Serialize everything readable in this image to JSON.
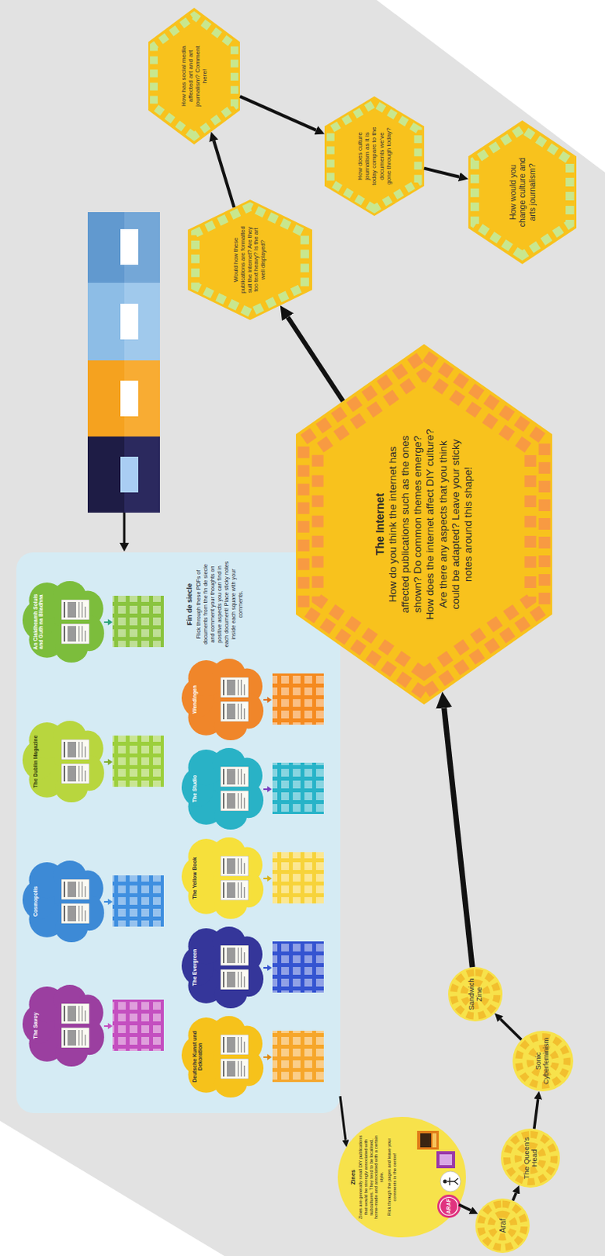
{
  "diagram": {
    "nodes": [
      {
        "text": [
          "Fin de siecle",
          "Flick through these PDFs of documents from the fin de siecle and comment your thoughts on positive aspects you can find in each document! Place sticky notes inside each square with your comments."
        ]
      },
      {
        "text": [
          "The Savoy"
        ],
        "in": 0
      },
      {
        "text": [
          "Cosmopolis"
        ],
        "in": 0
      },
      {
        "text": [
          "The Dublin Magazine"
        ],
        "in": 0
      },
      {
        "text": [
          "An Claidheamh Soluis and Guth na Bliadhna"
        ],
        "in": 0
      },
      {
        "text": [
          "Deutsche Kunst und Dekoration"
        ],
        "in": 0
      },
      {
        "text": [
          "The Evergreen"
        ],
        "in": 0
      },
      {
        "text": [
          "The Yellow Book"
        ],
        "in": 0
      },
      {
        "text": [
          "The Studio"
        ],
        "in": 0
      },
      {
        "text": [
          "Wendingen"
        ],
        "in": 0
      },
      {
        "text": [
          "Zines",
          "Zines are generally small DIY publications that would be strongly associated with subcultures. They tend to be localised, home-made and associated with a certain style.",
          "Flick through the pages and leave your comments in the centre!"
        ]
      },
      {
        "text": [
          "Araf"
        ]
      },
      {
        "text": [
          "The Queen's Head"
        ]
      },
      {
        "text": [
          "Sonic Cyberfeminism"
        ]
      },
      {
        "text": [
          "Sandwich Zine"
        ]
      },
      {
        "text": [
          "The Internet",
          "How do you think the internet has affected publications such as the ones shown? Do common themes emerge? How does the internet affect DIY culture? Are there any aspects that you think could be adapted? Leave your sticky notes around this shape!"
        ]
      },
      {
        "text": [
          "Would how these publications are formatted suit the internet? Are they too text heavy? Is the art well displayed?"
        ]
      },
      {
        "text": [
          "How has social media affected art and art journalism? Comment here!"
        ]
      },
      {
        "text": [
          "How does culture journalism as it is today compare to the documents we've gone through today?"
        ]
      },
      {
        "text": [
          "How would you change culture and arts journalism?"
        ]
      }
    ],
    "edges": [
      {
        "from": 0,
        "to": 10,
        "arrow": "to"
      },
      {
        "from": 10,
        "to": 11,
        "arrow": "to"
      },
      {
        "from": 11,
        "to": 12,
        "arrow": "to"
      },
      {
        "from": 12,
        "to": 13,
        "arrow": "to"
      },
      {
        "from": 13,
        "to": 14,
        "arrow": "to"
      },
      {
        "from": 14,
        "to": 15,
        "arrow": "to"
      },
      {
        "from": 15,
        "to": 16,
        "arrow": "to"
      },
      {
        "from": 16,
        "to": 17,
        "arrow": "to"
      },
      {
        "from": 17,
        "to": 18,
        "arrow": "to"
      },
      {
        "from": 18,
        "to": 19,
        "arrow": "to"
      }
    ],
    "labels": [
      "ARAF"
    ]
  }
}
